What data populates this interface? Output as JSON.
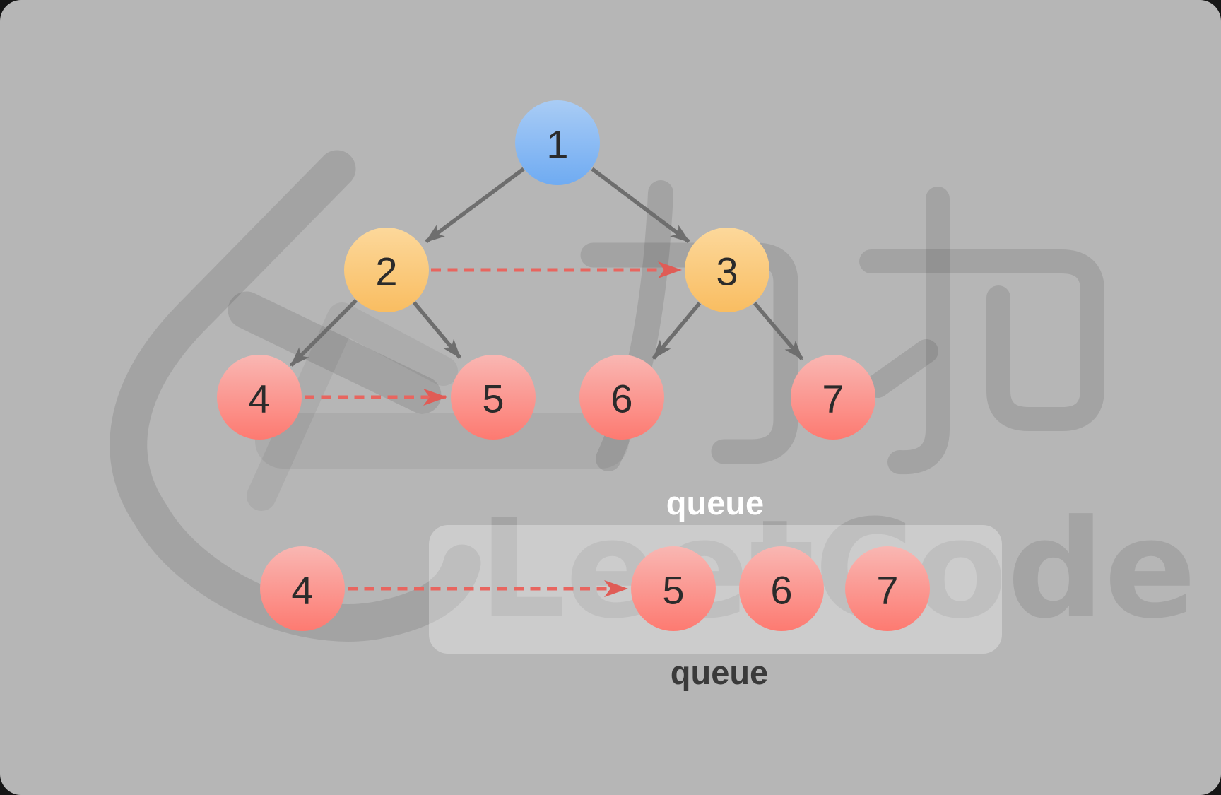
{
  "window": {
    "background": "#b6b6b6",
    "corner_backdrop": "#161616"
  },
  "watermark": {
    "brand_text": "LeetCode",
    "cjk_text": "力扣",
    "logo_icon": "leetcode-bracket-logo",
    "stroke_color_dark": "rgba(0,0,0,0.10)",
    "stroke_color_light": "rgba(0,0,0,0.055)",
    "text_color": "rgba(0,0,0,0.095)"
  },
  "tree": {
    "nodes": [
      {
        "id": "1",
        "value": "1",
        "color_theme": "blue"
      },
      {
        "id": "2",
        "value": "2",
        "color_theme": "orange"
      },
      {
        "id": "3",
        "value": "3",
        "color_theme": "orange"
      },
      {
        "id": "4",
        "value": "4",
        "color_theme": "red"
      },
      {
        "id": "5",
        "value": "5",
        "color_theme": "red"
      },
      {
        "id": "6",
        "value": "6",
        "color_theme": "red"
      },
      {
        "id": "7",
        "value": "7",
        "color_theme": "red"
      }
    ],
    "edges": [
      "1->2",
      "1->3",
      "2->4",
      "2->5",
      "3->6",
      "3->7"
    ],
    "next_pointers": [
      "2->3",
      "4->5"
    ]
  },
  "queue_view": {
    "label_above": "queue",
    "label_below": "queue",
    "outside_node": {
      "value": "4"
    },
    "items": [
      {
        "value": "5"
      },
      {
        "value": "6"
      },
      {
        "value": "7"
      }
    ],
    "pointer": "4->5"
  },
  "colors": {
    "background": "#b6b6b6",
    "node_blue_top": "#a9ccf5",
    "node_blue_bottom": "#6fabf2",
    "node_orange_top": "#fcd89b",
    "node_orange_bottom": "#f9bd61",
    "node_red_top": "#f9b7b3",
    "node_red_bottom": "#fd7a71",
    "edge_gray": "#6e6e6e",
    "pointer_red": "#e8655f",
    "pointer_head_red": "#e05c56",
    "node_text": "#2b2b2b",
    "queue_label_light": "#ffffff",
    "queue_label_dark": "#3a3a3a",
    "queue_box_fill": "rgba(255,255,255,0.30)"
  }
}
